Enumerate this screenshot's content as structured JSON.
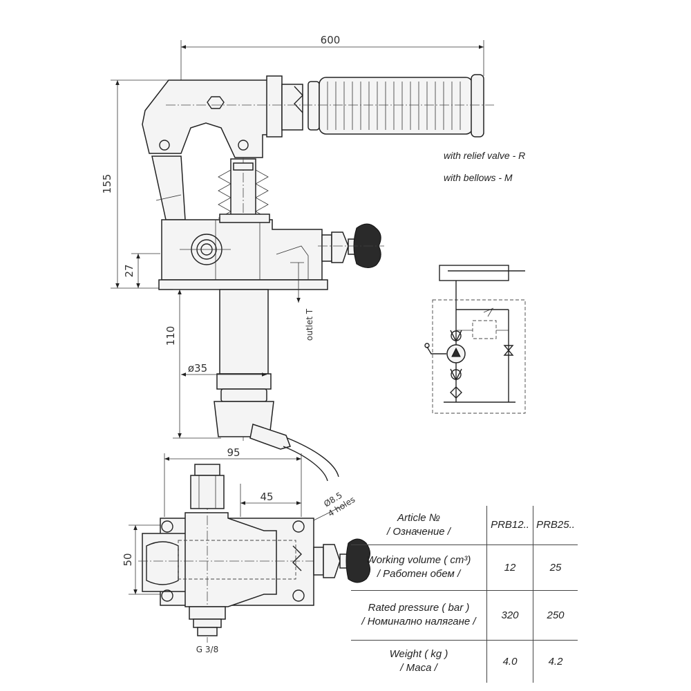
{
  "dimensions": {
    "length": "600",
    "height_total": "155",
    "height_base": "27",
    "outlet_length": "110",
    "outlet_diameter": "ø35",
    "base_width": "95",
    "hole_spacing": "45",
    "base_depth": "50",
    "holes_diameter": "Ø8.5",
    "holes_count": "4 holes",
    "port_thread": "G 3/8"
  },
  "labels": {
    "outlet": "outlet T",
    "relief_valve": "with relief valve - R",
    "bellows": "with bellows - M"
  },
  "spec_table": {
    "header": {
      "label_en": "Article №",
      "label_bg": "/ Означение /",
      "col1": "PRB12..",
      "col2": "PRB25.."
    },
    "rows": [
      {
        "label_en": "Working volume ( cm³)",
        "label_bg": "/ Работен обем /",
        "v1": "12",
        "v2": "25"
      },
      {
        "label_en": "Rated pressure ( bar )",
        "label_bg": "/ Номинално налягане /",
        "v1": "320",
        "v2": "250"
      },
      {
        "label_en": "Weight ( kg )",
        "label_bg": "/ Маса /",
        "v1": "4.0",
        "v2": "4.2"
      }
    ]
  }
}
